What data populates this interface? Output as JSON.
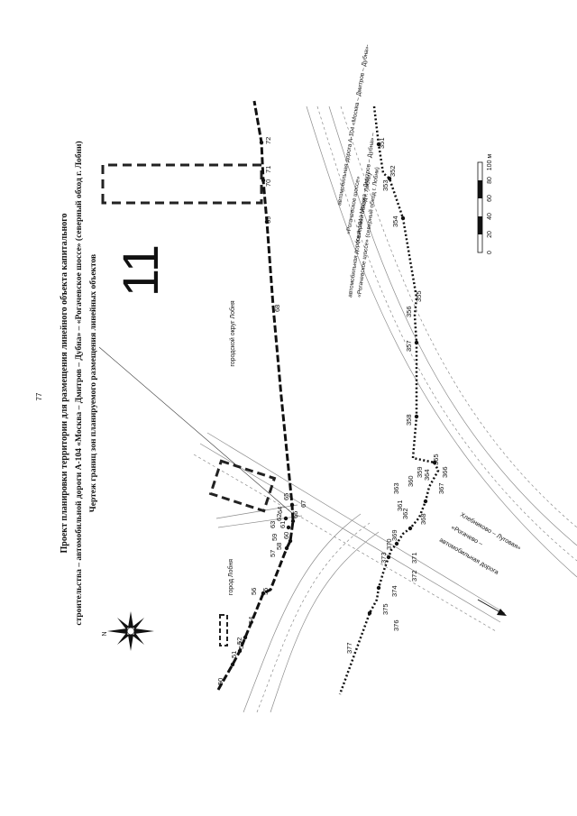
{
  "page": {
    "number": "77"
  },
  "titles": {
    "line1": "Проект планировки территории для размещения линейного объекта капитального",
    "line2": "строительства – автомобильной дороги А-104 «Москва – Дмитров – Дубна» – «Рогачевское шоссе» (северный обход г. Лобни)",
    "line3": "Чертеж границ зон планируемого размещения линейных объектов"
  },
  "sheet": {
    "number": "11"
  },
  "labels": {
    "okrug": "городской округ Лобня",
    "city": "город Лобня",
    "road_a104_1": "автомобильная дорога А-104 «Москва – Дмитров – Дубна»-",
    "road_a104_2": "автомобильная дорога А-104 «Москва – Дмитров – Дубна» –",
    "road_a104_3": "«Рогачевское шоссе» (северный обход г. Лобни)",
    "road_a104_4": "«Рогачевское шоссе»",
    "road_a104_5": "(северный обход г. Лобни)",
    "road_rog_1": "автомобильная дорога",
    "road_rog_2": "«Рогачево –",
    "road_rog_3": "Хлебниково – Луговая»",
    "north": "N"
  },
  "scale": {
    "ticks": [
      "0",
      "20",
      "40",
      "60",
      "80",
      "100 м"
    ]
  },
  "colors": {
    "ink": "#111111",
    "road": "#8a8a8a",
    "bg": "#ffffff"
  },
  "points_dashed": [
    "50",
    "51",
    "52",
    "53",
    "54",
    "55",
    "56",
    "57",
    "58",
    "59",
    "60",
    "61",
    "62",
    "63",
    "64",
    "65",
    "66",
    "67",
    "68",
    "69",
    "70",
    "71",
    "72"
  ],
  "points_dotted": [
    "351",
    "352",
    "353",
    "354",
    "355",
    "356",
    "357",
    "358",
    "359",
    "360",
    "361",
    "362",
    "363",
    "364",
    "365",
    "366",
    "367",
    "368",
    "369",
    "370",
    "371",
    "372",
    "373",
    "374",
    "375",
    "376",
    "377"
  ]
}
